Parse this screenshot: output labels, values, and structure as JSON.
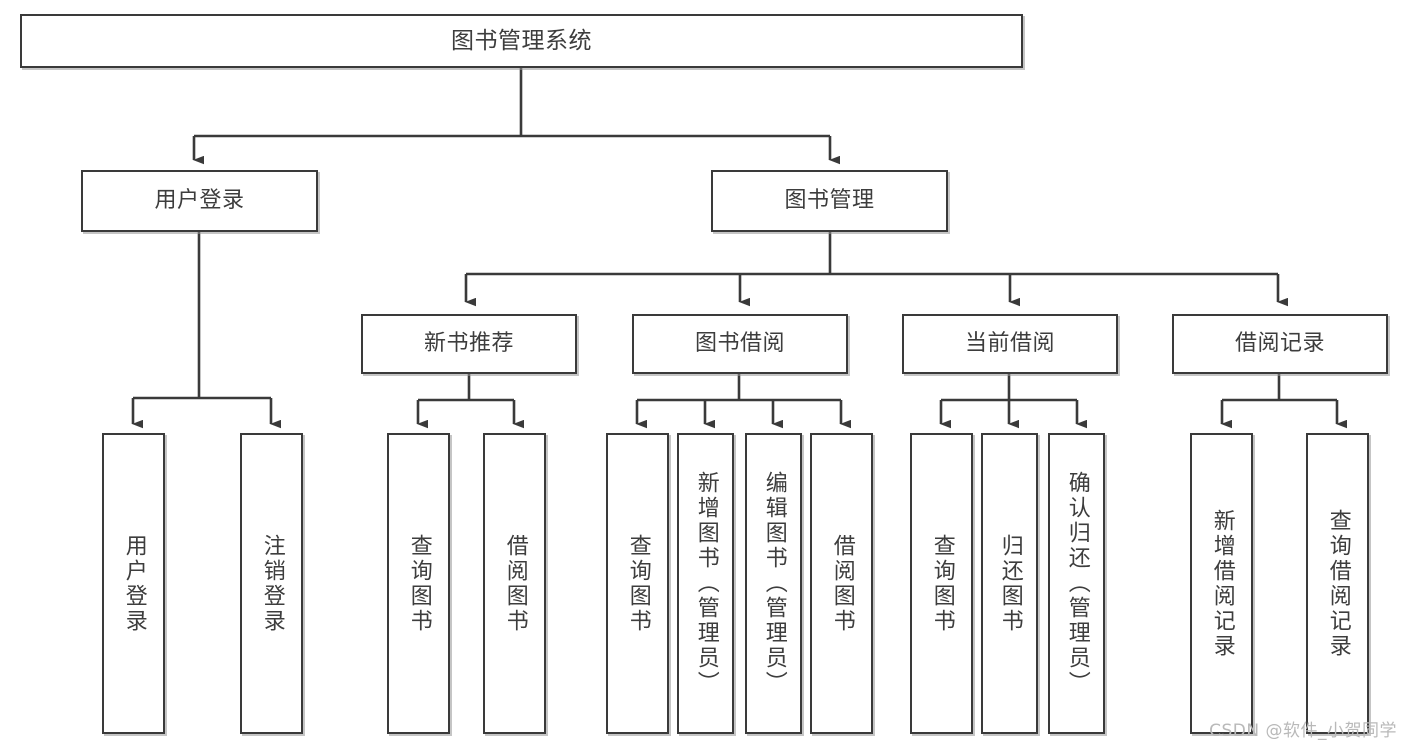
{
  "diagram": {
    "title": "图书管理系统",
    "type": "tree-hierarchy",
    "stroke_color": "#3a3a3a",
    "text_color": "#3d3d3d",
    "background_color": "#ffffff"
  },
  "nodes": {
    "root": {
      "label": "图书管理系统",
      "level": 0
    },
    "level1": [
      {
        "id": "user-login",
        "label": "用户登录"
      },
      {
        "id": "book-management",
        "label": "图书管理"
      }
    ],
    "level2": [
      {
        "id": "new-book-recommend",
        "label": "新书推荐"
      },
      {
        "id": "book-borrow",
        "label": "图书借阅"
      },
      {
        "id": "current-borrow",
        "label": "当前借阅"
      },
      {
        "id": "borrow-record",
        "label": "借阅记录"
      }
    ],
    "leaves": {
      "user_login": [
        {
          "id": "leaf-user-login",
          "label": "用户登录"
        },
        {
          "id": "leaf-logout-login",
          "label": "注销登录"
        }
      ],
      "new_book_recommend": [
        {
          "id": "leaf-query-book-1",
          "label": "查询图书"
        },
        {
          "id": "leaf-borrow-book-1",
          "label": "借阅图书"
        }
      ],
      "book_borrow": [
        {
          "id": "leaf-query-book-2",
          "label": "查询图书"
        },
        {
          "id": "leaf-add-book",
          "label": "新增图书（管理员）"
        },
        {
          "id": "leaf-edit-book",
          "label": "编辑图书（管理员）"
        },
        {
          "id": "leaf-borrow-book-2",
          "label": "借阅图书"
        }
      ],
      "current_borrow": [
        {
          "id": "leaf-query-book-3",
          "label": "查询图书"
        },
        {
          "id": "leaf-return-book",
          "label": "归还图书"
        },
        {
          "id": "leaf-confirm-return",
          "label": "确认归还（管理员）"
        }
      ],
      "borrow_record": [
        {
          "id": "leaf-add-record",
          "label": "新增借阅记录"
        },
        {
          "id": "leaf-query-record",
          "label": "查询借阅记录"
        }
      ]
    }
  },
  "watermark": {
    "text": "CSDN @软件_小贺同学"
  }
}
